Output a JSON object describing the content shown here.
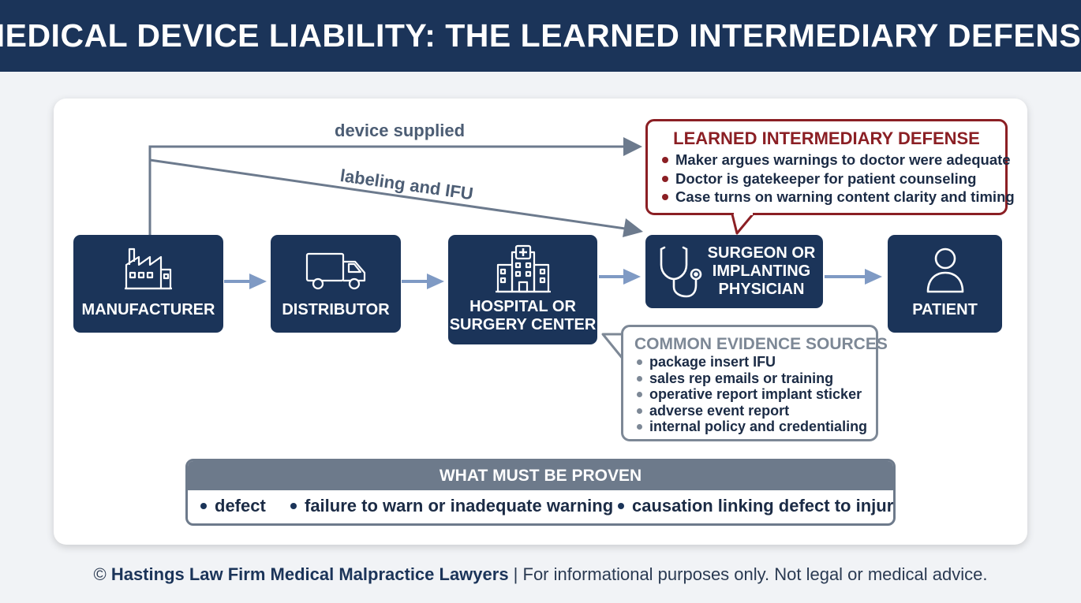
{
  "header": {
    "title": "MEDICAL DEVICE LIABILITY: THE LEARNED INTERMEDIARY DEFENSE"
  },
  "arrows": {
    "device_supplied": "device supplied",
    "labeling_ifu": "labeling and IFU"
  },
  "nodes": {
    "manufacturer": {
      "label": "MANUFACTURER",
      "icon": "factory-icon"
    },
    "distributor": {
      "label": "DISTRIBUTOR",
      "icon": "truck-icon"
    },
    "hospital": {
      "label": "HOSPITAL OR\nSURGERY CENTER",
      "icon": "hospital-icon"
    },
    "surgeon": {
      "label": "SURGEON OR\nIMPLANTING\nPHYSICIAN",
      "icon": "stethoscope-icon"
    },
    "patient": {
      "label": "PATIENT",
      "icon": "person-icon"
    }
  },
  "defense_callout": {
    "title": "LEARNED INTERMEDIARY DEFENSE",
    "items": [
      "Maker argues warnings to doctor were adequate",
      "Doctor is gatekeeper for patient counseling",
      "Case turns on warning content clarity and timing"
    ]
  },
  "evidence_callout": {
    "title": "COMMON EVIDENCE SOURCES",
    "items": [
      "package insert IFU",
      "sales rep emails or training",
      "operative report implant sticker",
      "adverse event report",
      "internal policy and credentialing"
    ]
  },
  "proven": {
    "title": "WHAT MUST BE PROVEN",
    "items": [
      "defect",
      "failure to warn or inadequate warning",
      "causation linking defect to injury"
    ]
  },
  "footer": {
    "copyright": "©",
    "firm": "Hastings Law Firm Medical Malpractice Lawyers",
    "disclaimer": " | For informational purposes only. Not legal or medical advice."
  },
  "colors": {
    "navy": "#1b3459",
    "defense_red": "#8b1f24",
    "evidence_gray": "#7d8896",
    "flow_arrow": "#7f9ac4"
  }
}
